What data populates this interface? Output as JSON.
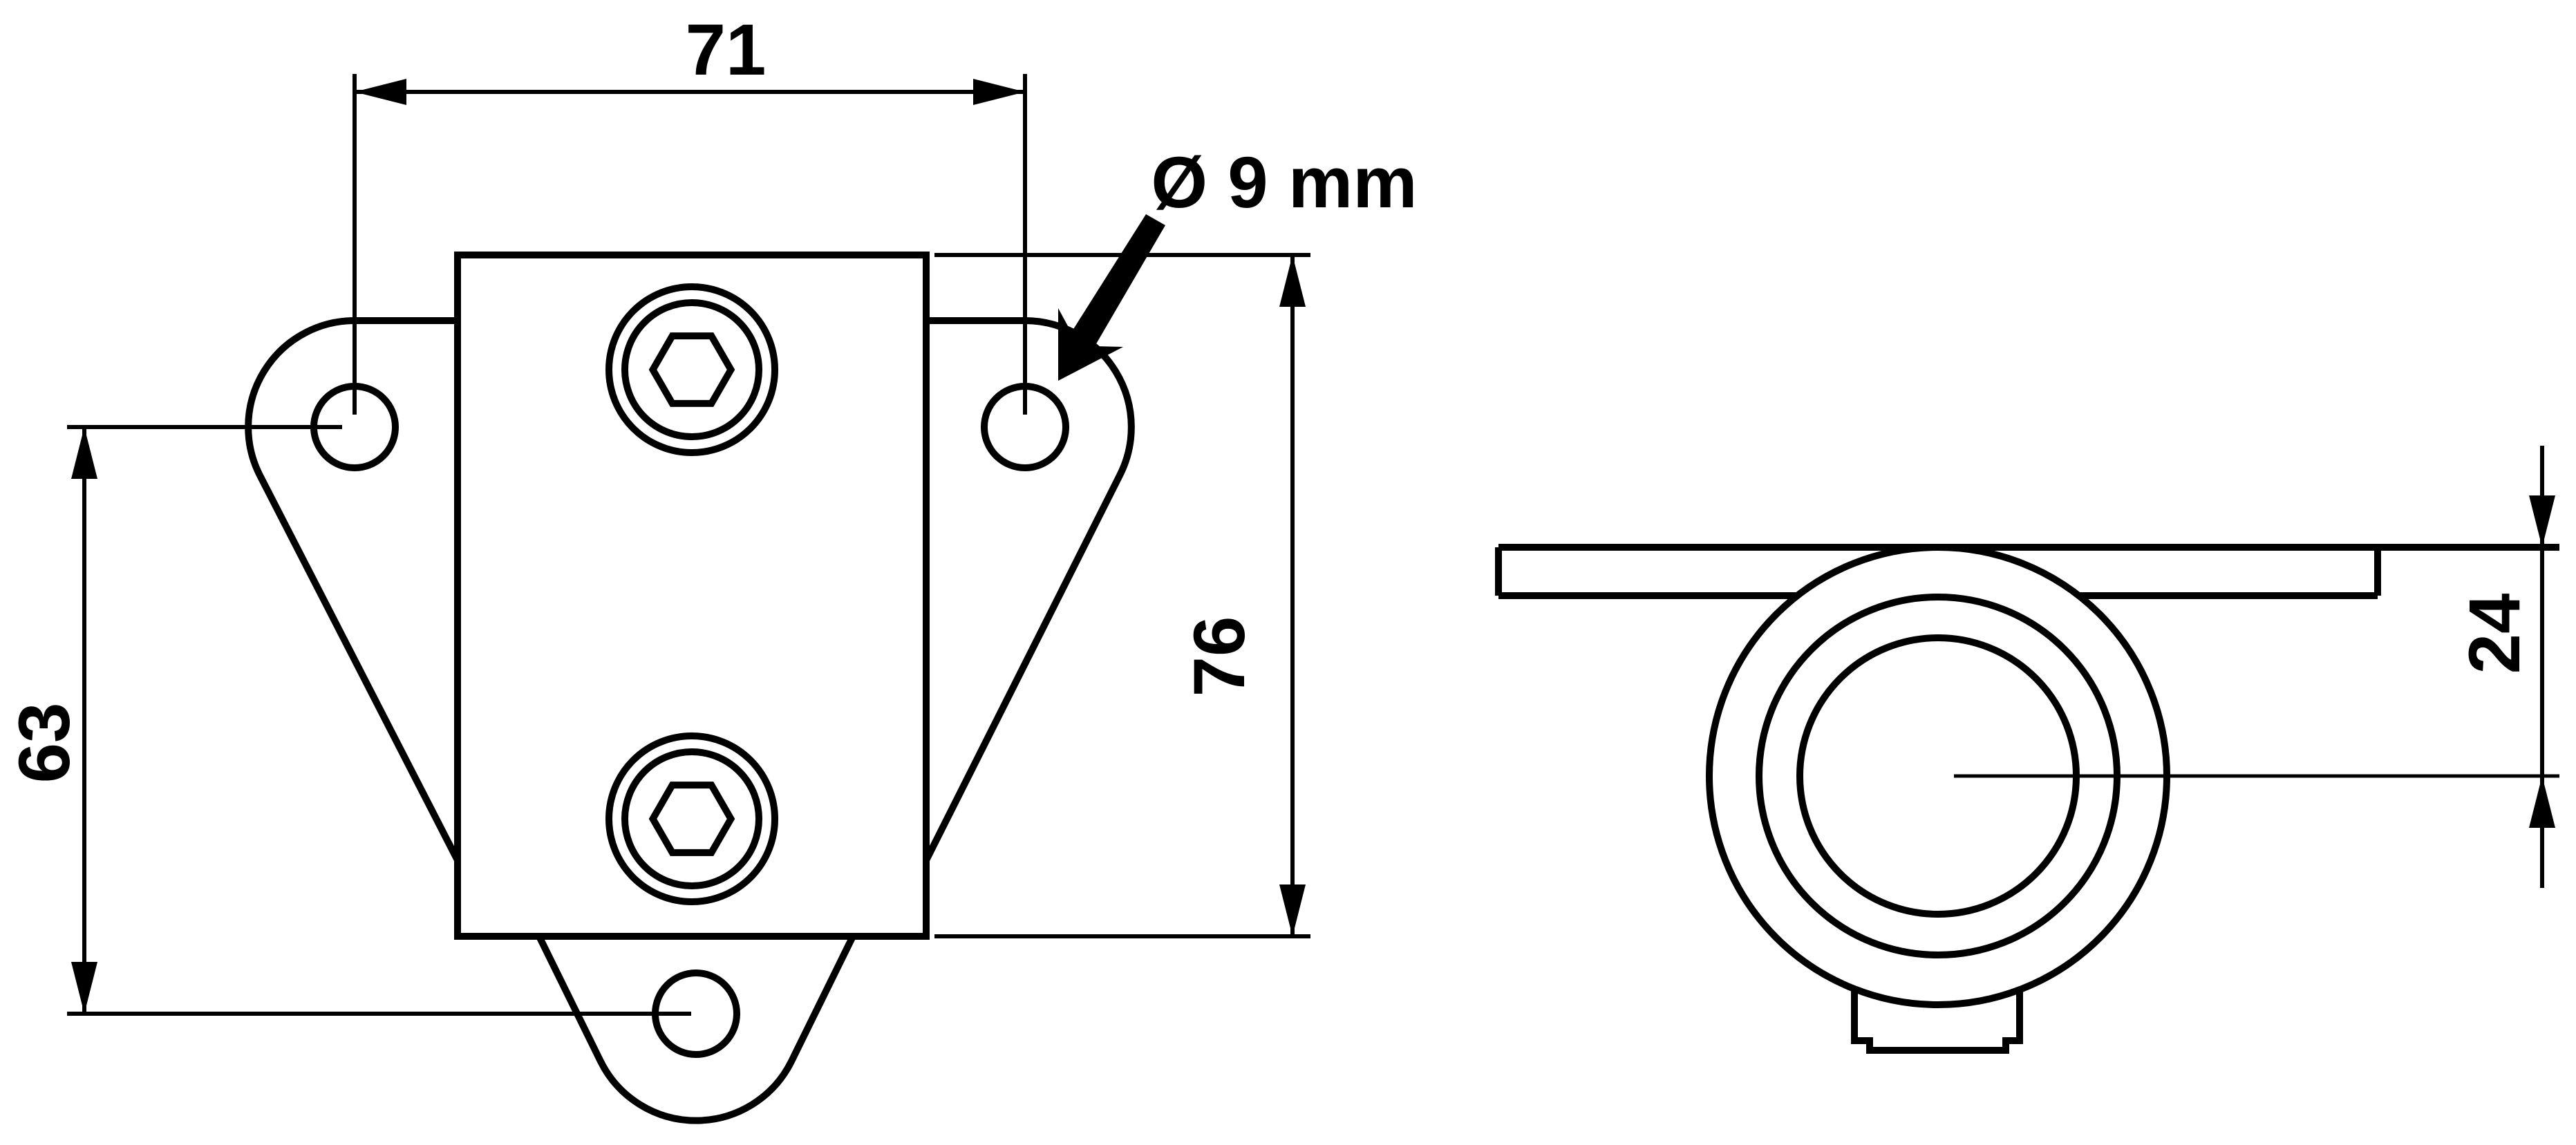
{
  "drawing": {
    "kind": "technical-drawing",
    "background_color": "#ffffff",
    "line_color": "#000000",
    "views": [
      {
        "id": "front",
        "name": "front view - flange plate with clamp block, three mounting holes, two hex socket screws"
      },
      {
        "id": "side",
        "name": "side view - pipe cross-section with flat plate and bottom tab"
      }
    ],
    "dimensions": {
      "hole_spacing_horizontal": {
        "label": "71",
        "value": 71,
        "unit": "mm",
        "orientation": "horizontal"
      },
      "hole_spacing_vertical": {
        "label": "63",
        "value": 63,
        "unit": "mm",
        "orientation": "vertical"
      },
      "body_height": {
        "label": "76",
        "value": 76,
        "unit": "mm",
        "orientation": "vertical"
      },
      "plate_to_pipe_center": {
        "label": "24",
        "value": 24,
        "unit": "mm",
        "orientation": "vertical"
      },
      "hole_diameter": {
        "label": "Ø 9 mm",
        "value": 9,
        "unit": "mm",
        "type": "leader-callout"
      }
    }
  }
}
